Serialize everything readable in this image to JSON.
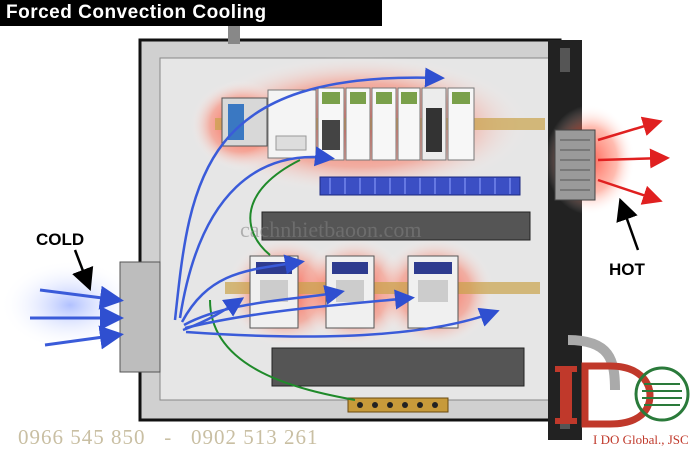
{
  "title": "Forced Convection Cooling",
  "labels": {
    "cold": "COLD",
    "hot": "HOT"
  },
  "watermark": "cachnhietbaoon.com",
  "phone": "0966 545 850   -   0902 513 261",
  "logo": {
    "letters": "IDO",
    "company": "I DO Global., JSC"
  },
  "colors": {
    "cold_arrow": "#3a5bd9",
    "hot_arrow": "#e02020",
    "glow": "#ff3b2f",
    "cabinet": "#d9d9d9",
    "frame": "#1a1a1a"
  }
}
